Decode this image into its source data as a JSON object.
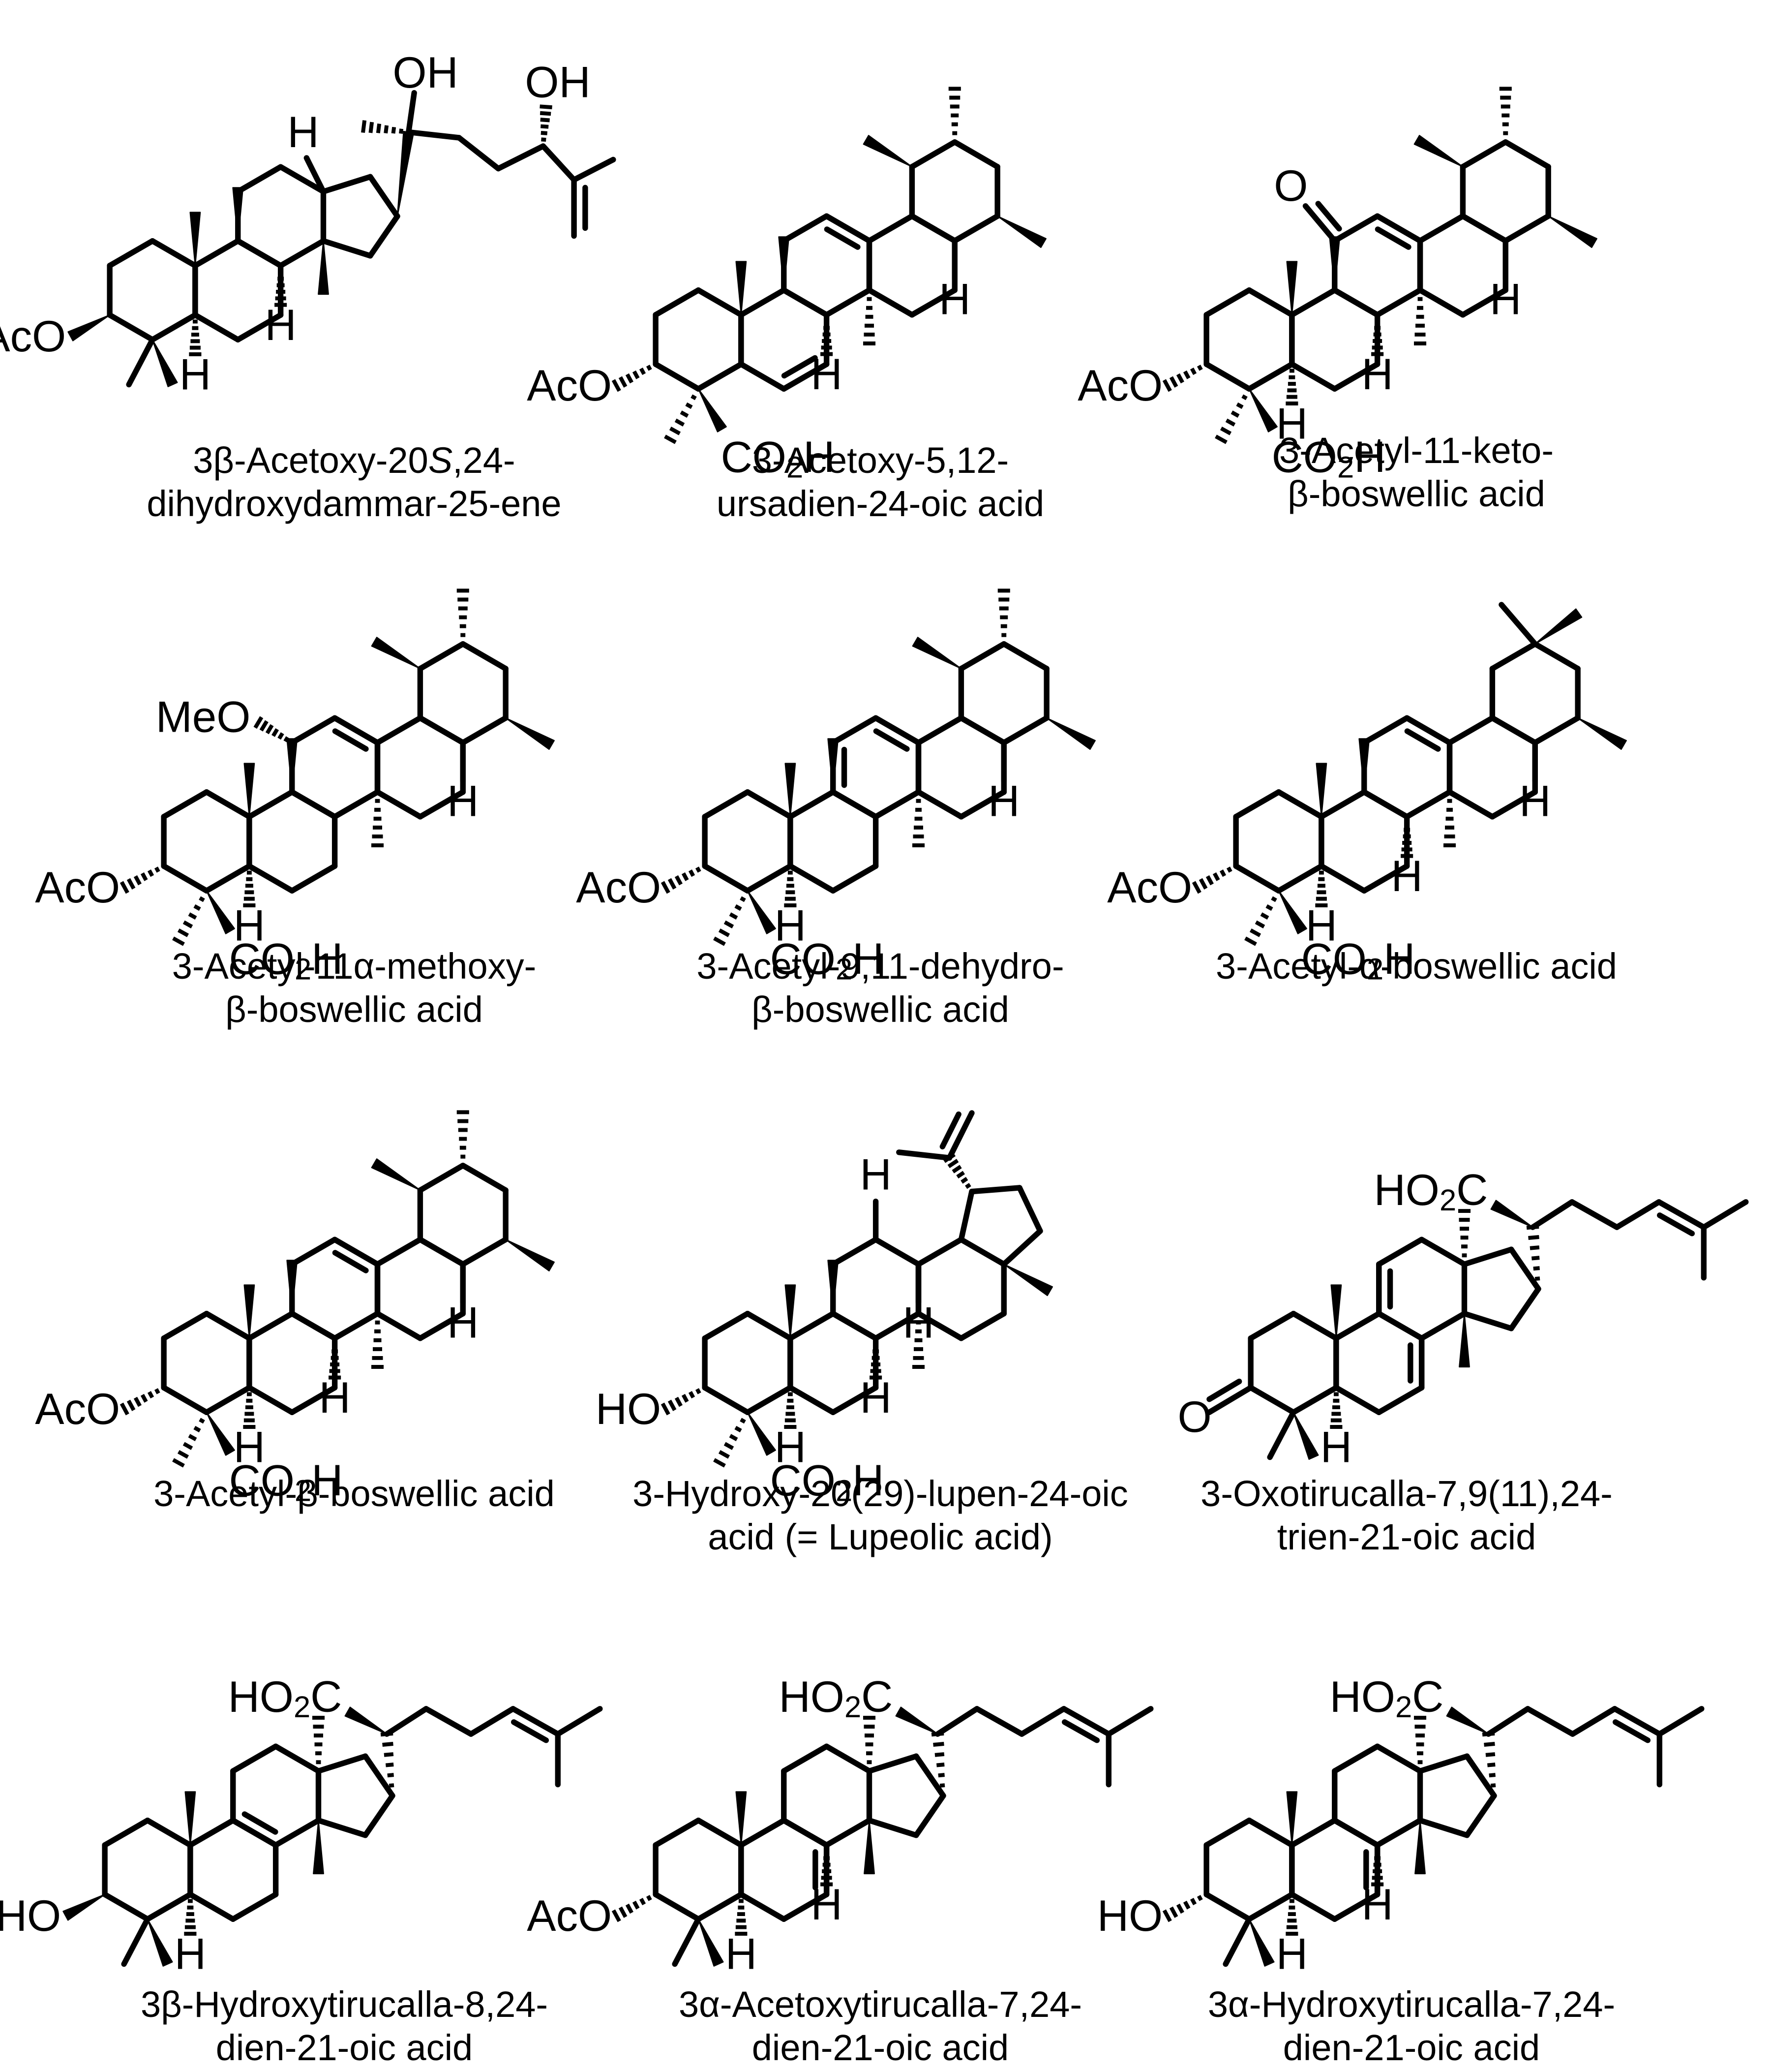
{
  "compounds": [
    {
      "id": "c1",
      "name_lines": [
        "3β-Acetoxy-20S,24-",
        "dihydroxydammar-25-ene"
      ],
      "italic_token": "S",
      "labels": {
        "oh_a": "OH",
        "oh_b": "OH",
        "h_c17": "H",
        "h_c9": "H",
        "h_c5": "H",
        "acetoxy": "AcO"
      }
    },
    {
      "id": "c2",
      "name_lines": [
        "3-Acetoxy-5,12-",
        "ursadien-24-oic acid"
      ],
      "labels": {
        "h_c18": "H",
        "h_c9": "H",
        "acetoxy": "AcO",
        "acid": "CO2H"
      }
    },
    {
      "id": "c3",
      "name_lines": [
        "3-Acetyl-11-keto-",
        "β-boswellic acid"
      ],
      "labels": {
        "keto": "O",
        "h_c18": "H",
        "h_c9": "H",
        "h_c5": "H",
        "acetoxy": "AcO",
        "acid": "CO2H"
      }
    },
    {
      "id": "c4",
      "name_lines": [
        "3-Acetyl-11α-methoxy-",
        "β-boswellic acid"
      ],
      "labels": {
        "methoxy": "MeO",
        "h_c18": "H",
        "h_c5": "H",
        "acetoxy": "AcO",
        "acid": "CO2H"
      }
    },
    {
      "id": "c5",
      "name_lines": [
        "3-Acetyl-9,11-dehydro-",
        "β-boswellic acid"
      ],
      "labels": {
        "h_c18": "H",
        "h_c5": "H",
        "acetoxy": "AcO",
        "acid": "CO2H"
      }
    },
    {
      "id": "c6",
      "name_lines": [
        "3-Acetyl-α-boswellic acid"
      ],
      "labels": {
        "h_c18": "H",
        "h_c9": "H",
        "h_c5": "H",
        "acetoxy": "AcO",
        "acid": "CO2H"
      }
    },
    {
      "id": "c7",
      "name_lines": [
        "3-Acetyl-β-boswellic acid"
      ],
      "labels": {
        "h_c18": "H",
        "h_c9": "H",
        "h_c5": "H",
        "acetoxy": "AcO",
        "acid": "CO2H"
      }
    },
    {
      "id": "c8",
      "name_lines": [
        "3-Hydroxy-20(29)-lupen-24-oic",
        "acid (= Lupeolic acid)"
      ],
      "labels": {
        "h_c13": "H",
        "h_c18": "H",
        "h_c9": "H",
        "h_c5": "H",
        "hydroxy": "HO",
        "acid": "CO2H"
      }
    },
    {
      "id": "c9",
      "name_lines": [
        "3-Oxotirucalla-7,9(11),24-",
        "trien-21-oic acid"
      ],
      "labels": {
        "acid_top": "HO2C",
        "keto": "O",
        "h_c5": "H"
      }
    },
    {
      "id": "c10",
      "name_lines": [
        "3β-Hydroxytirucalla-8,24-",
        "dien-21-oic acid"
      ],
      "labels": {
        "acid_top": "HO2C",
        "hydroxy": "HO",
        "h_c5": "H"
      }
    },
    {
      "id": "c11",
      "name_lines": [
        "3α-Acetoxytirucalla-7,24-",
        "dien-21-oic acid"
      ],
      "labels": {
        "acid_top": "HO2C",
        "acetoxy": "AcO",
        "h_c9": "H",
        "h_c5": "H"
      }
    },
    {
      "id": "c12",
      "name_lines": [
        "3α-Hydroxytirucalla-7,24-",
        "dien-21-oic acid"
      ],
      "labels": {
        "acid_top": "HO2C",
        "hydroxy": "HO",
        "h_c9": "H",
        "h_c5": "H"
      }
    }
  ]
}
